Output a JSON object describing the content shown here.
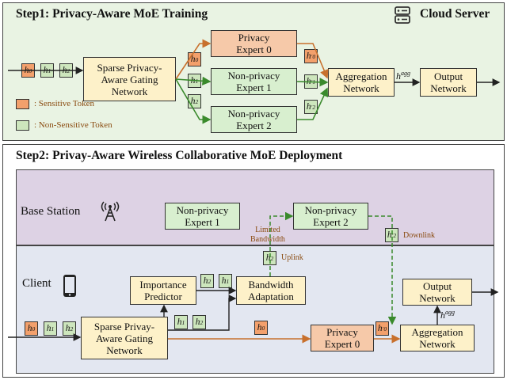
{
  "step1": {
    "title": "Step1: Privacy-Aware MoE Training",
    "cloud_label": "Cloud Server",
    "gating": "Sparse Privacy-\nAware Gating\nNetwork",
    "expert0": "Privacy\nExpert 0",
    "expert1": "Non-privacy\nExpert 1",
    "expert2": "Non-privacy\nExpert 2",
    "aggregation": "Aggregation\nNetwork",
    "output": "Output\nNetwork",
    "hagg": "agg",
    "legend_sensitive": ": Sensitive Token",
    "legend_nonsensitive": ": Non-Sensitive Token"
  },
  "step2": {
    "title": "Step2: Privay-Aware Wireless Collaborative MoE Deployment",
    "base_station_label": "Base Station",
    "client_label": "Client",
    "bs_expert1": "Non-privacy\nExpert 1",
    "bs_expert2": "Non-privacy\nExpert 2",
    "importance": "Importance\nPredictor",
    "bandwidth": "Bandwidth\nAdaptation",
    "gating": "Sparse Privay-\nAware Gating\nNetwork",
    "expert0": "Privacy\nExpert 0",
    "aggregation": "Aggregation\nNetwork",
    "output": "Output\nNetwork",
    "limited_bandwidth": "Limited\nBandwidth",
    "uplink": "Uplink",
    "downlink": "Downlink",
    "hagg": "agg"
  },
  "tokens": {
    "h": "h",
    "s0": "0",
    "s1": "1",
    "s2": "2",
    "prime": "′"
  },
  "colors": {
    "step1_bg": "#e9f3e3",
    "step2_bg": "#ffffff",
    "base_station_bg": "#ddd2e4",
    "client_bg": "#e3e7f1",
    "arrow_orange": "#c8702d",
    "arrow_green": "#3a8a2c"
  },
  "icons": {
    "cloud": "server-rack-icon",
    "tower": "antenna-tower-icon",
    "phone": "smartphone-icon"
  }
}
